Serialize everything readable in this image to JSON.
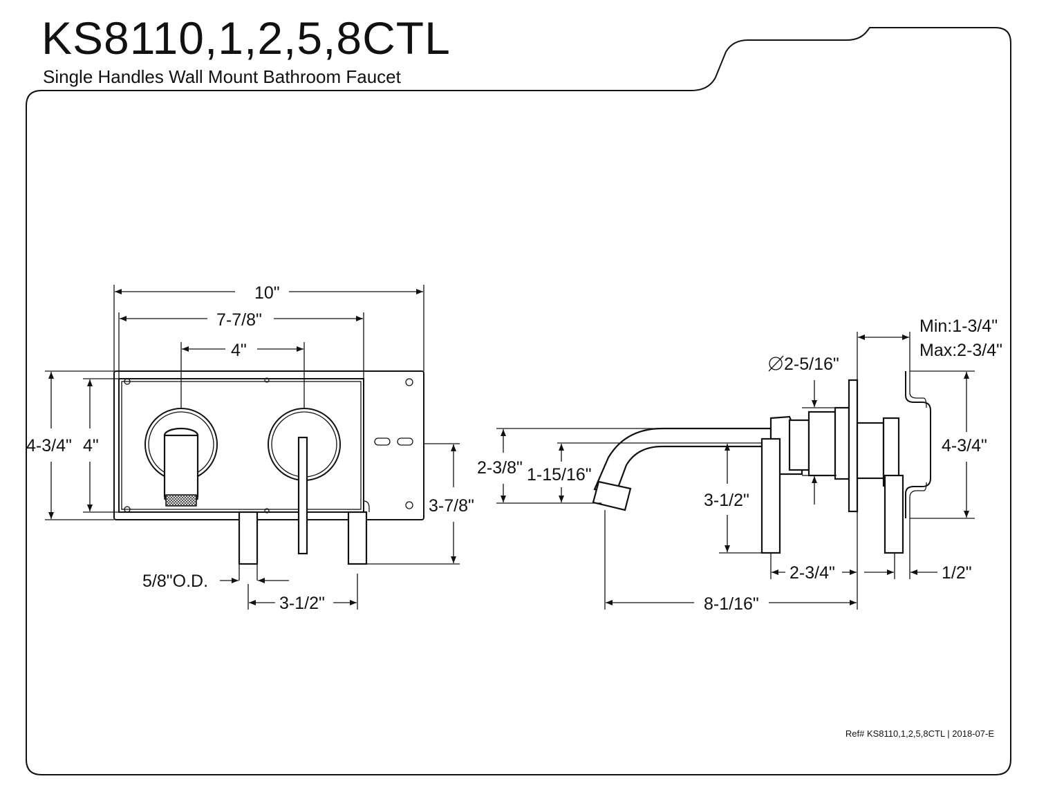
{
  "header": {
    "title": "KS8110,1,2,5,8CTL",
    "subtitle": "Single Handles Wall Mount Bathroom Faucet"
  },
  "front_view": {
    "dimensions": {
      "overall_width": "10\"",
      "plate_width": "7-7/8\"",
      "center_spacing": "4\"",
      "overall_height": "4-3/4\"",
      "plate_height": "4\"",
      "pipe_od": "5/8\"O.D.",
      "pipe_spacing": "3-1/2\"",
      "pipe_drop": "3-7/8\""
    }
  },
  "side_view": {
    "dimensions": {
      "escutcheon_diameter": "2-5/16\"",
      "wall_range_min": "Min:1-3/4\"",
      "wall_range_max": "Max:2-3/4\"",
      "spout_height": "2-3/8\"",
      "spout_outlet_height": "1-15/16\"",
      "handle_drop": "3-1/2\"",
      "bracket_height": "4-3/4\"",
      "body_depth": "2-3/4\"",
      "plate_offset": "1/2\"",
      "spout_reach": "8-1/16\""
    }
  },
  "footer": {
    "reference": "Ref# KS8110,1,2,5,8CTL | 2018-07-E"
  }
}
